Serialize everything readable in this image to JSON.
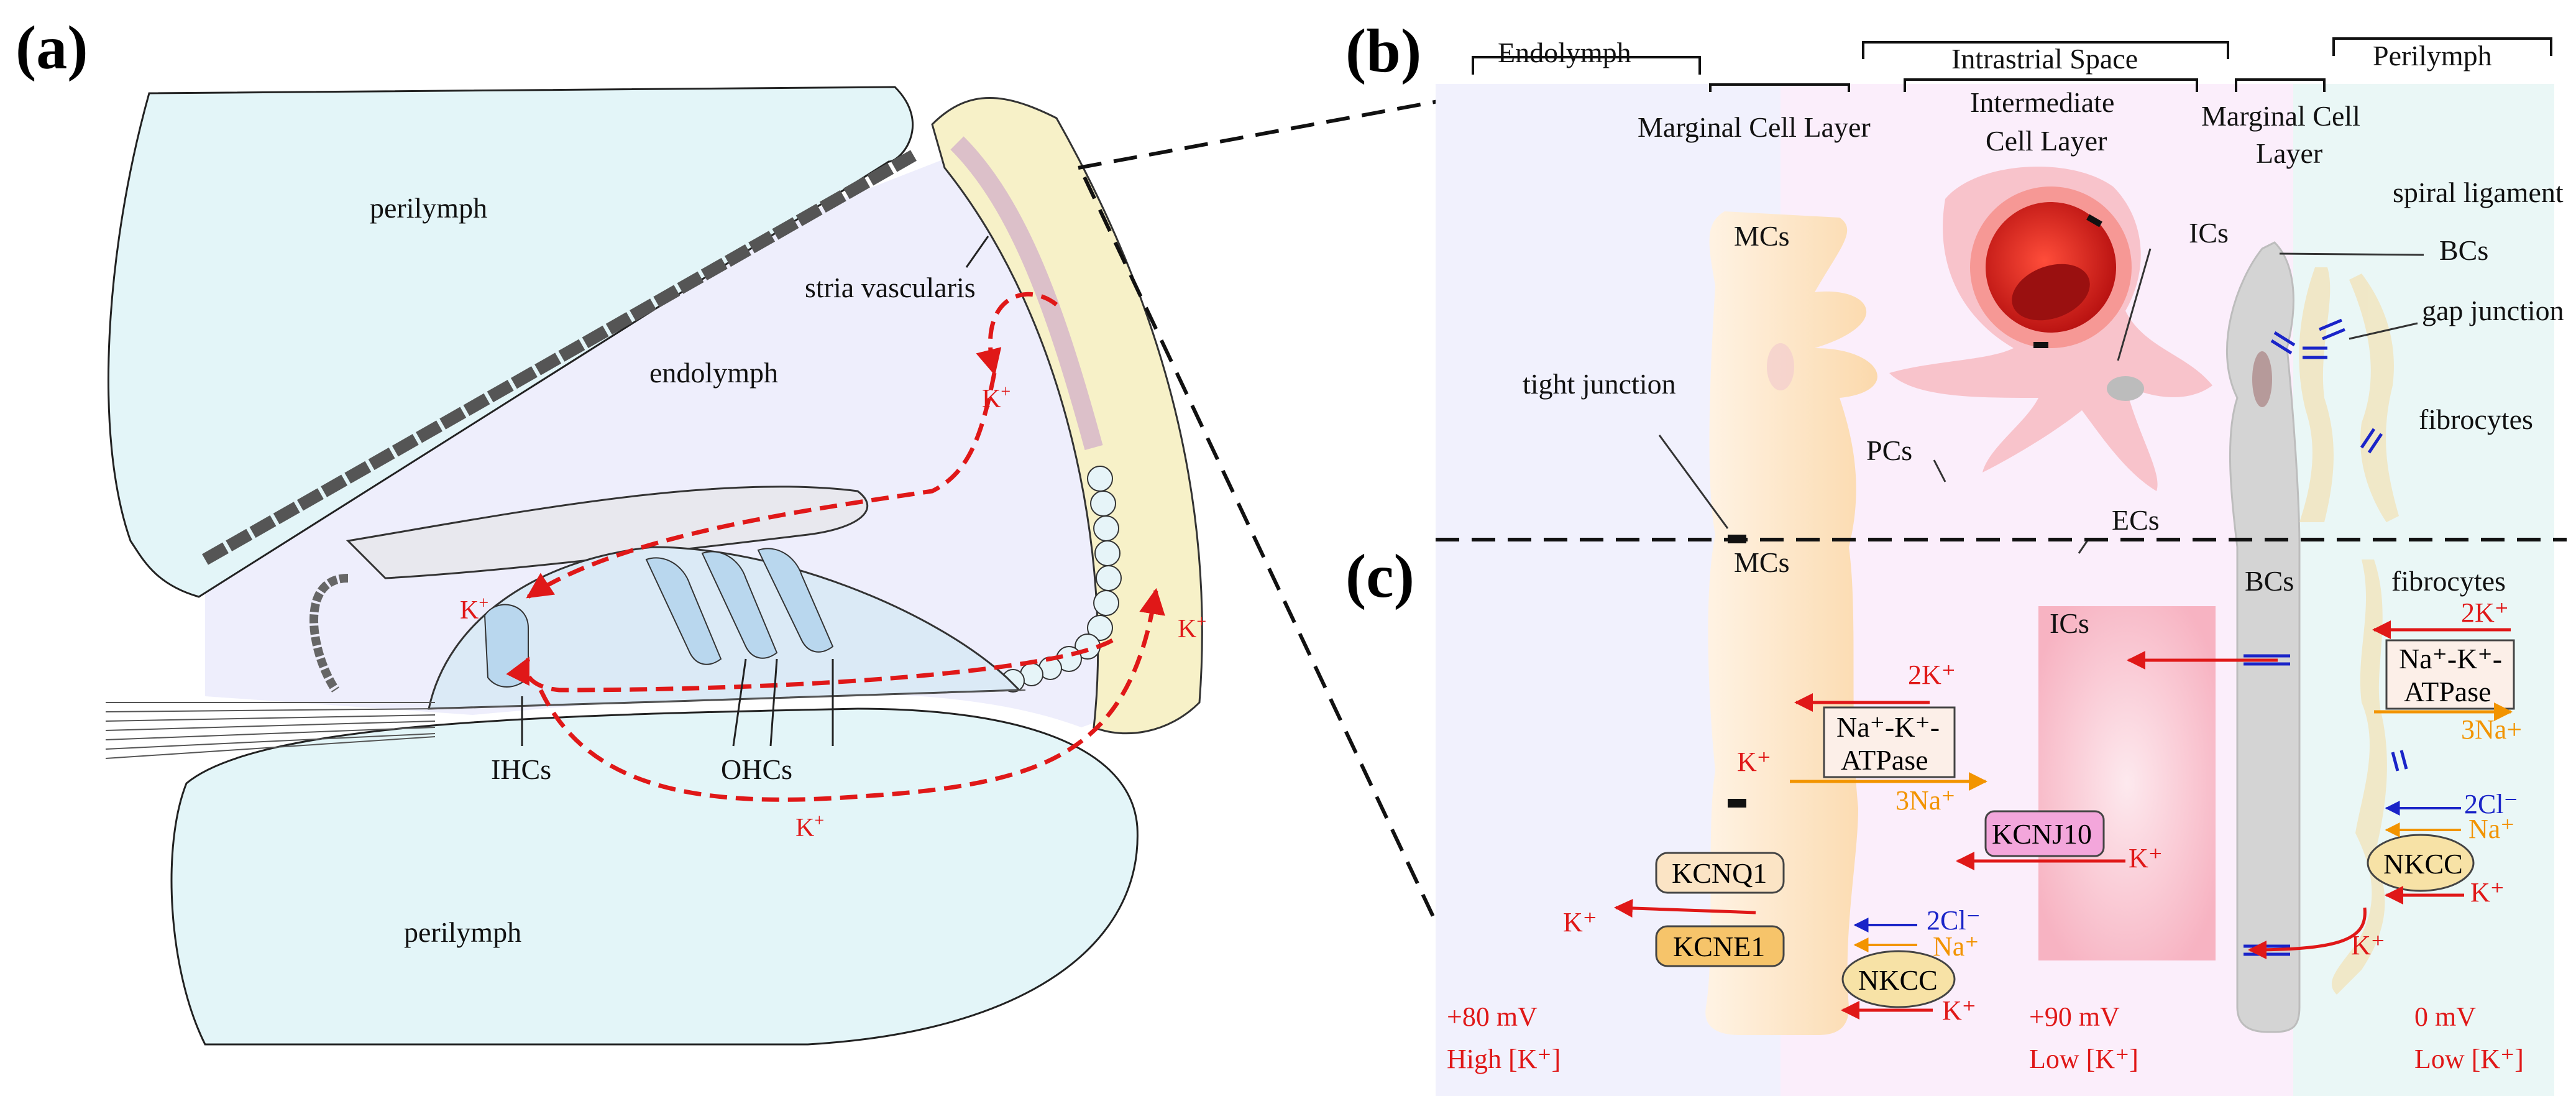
{
  "panels": {
    "a": "(a)",
    "b": "(b)",
    "c": "(c)"
  },
  "panel_a": {
    "perilymph_top": "perilymph",
    "perilymph_bottom": "perilymph",
    "endolymph": "endolymph",
    "stria_vascularis": "stria vascularis",
    "ihcs": "IHCs",
    "ohcs": "OHCs",
    "k_ion": "K",
    "k_sup": "+"
  },
  "panel_b": {
    "regions": {
      "endolymph": "Endolymph",
      "intrastrial": "Intrastrial Space",
      "perilymph": "Perilymph"
    },
    "layers": {
      "marginal": "Marginal Cell Layer",
      "intermediate_1": "Intermediate",
      "intermediate_2": "Cell Layer",
      "marginal_r_1": "Marginal Cell",
      "marginal_r_2": "Layer"
    },
    "cells": {
      "mcs": "MCs",
      "ics": "ICs",
      "bcs": "BCs",
      "pcs": "PCs",
      "ecs": "ECs",
      "tight_junction": "tight junction",
      "spiral_ligament": "spiral ligament",
      "gap_junction": "gap junction",
      "fibrocytes": "fibrocytes"
    }
  },
  "panel_c": {
    "cells": {
      "mcs": "MCs",
      "ics": "ICs",
      "bcs": "BCs",
      "fibrocytes": "fibrocytes"
    },
    "pumps": {
      "atpase_1": "Na⁺-K⁺-",
      "atpase_2": "ATPase",
      "kcnj10": "KCNJ10",
      "kcnq1": "KCNQ1",
      "kcne1": "KCNE1",
      "nkcc": "NKCC"
    },
    "ions": {
      "two_k": "2K⁺",
      "k": "K⁺",
      "three_na": "3Na⁺",
      "three_na_plus": "3Na+",
      "two_cl": "2Cl⁻",
      "na": "Na⁺"
    },
    "potentials": {
      "endo_mv": "+80 mV",
      "endo_k": "High [K⁺]",
      "intra_mv": "+90 mV",
      "intra_k": "Low [K⁺]",
      "peri_mv": "0 mV",
      "peri_k": "Low [K⁺]"
    }
  },
  "colors": {
    "ion_k": "#e01818",
    "ion_na": "#f29400",
    "ion_cl": "#1a24c8"
  }
}
